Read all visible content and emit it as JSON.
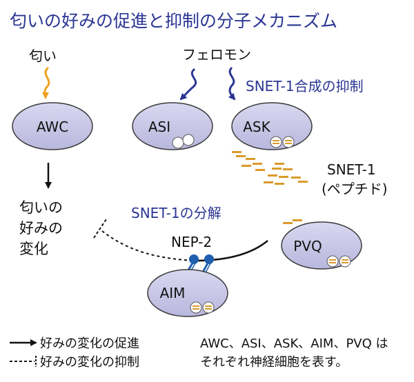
{
  "title": "匂いの好みの促進と抑制の分子メカニズム",
  "labels": {
    "odor": "匂い",
    "pheromone": "フェロモン",
    "snet_synthesis_suppression": "SNET-1合成の抑制",
    "snet_peptide_line1": "SNET-1",
    "snet_peptide_line2": "(ペプチド)",
    "preference_change_line1": "匂いの",
    "preference_change_line2": "好みの",
    "preference_change_line3": "変化",
    "snet_degradation": "SNET-1の分解",
    "nep2": "NEP-2"
  },
  "neurons": {
    "awc": "AWC",
    "asi": "ASI",
    "ask": "ASK",
    "pvq": "PVQ",
    "aim": "AIM"
  },
  "legend": {
    "promotion": "好みの変化の促進",
    "suppression": "好みの変化の抑制"
  },
  "note": {
    "line1": "AWC、ASI、ASK、AIM、PVQ は",
    "line2": "それぞれ神経細胞を表す。"
  },
  "colors": {
    "title": "#2a3593",
    "accent_text": "#2a3593",
    "cell_fill": "#c9c8e6",
    "cell_stroke": "#3a3a3a",
    "odor_arrow": "#f0a020",
    "pheromone_arrow": "#2a3593",
    "peptide": "#d99a2b",
    "nep2": "#1f5fae"
  }
}
